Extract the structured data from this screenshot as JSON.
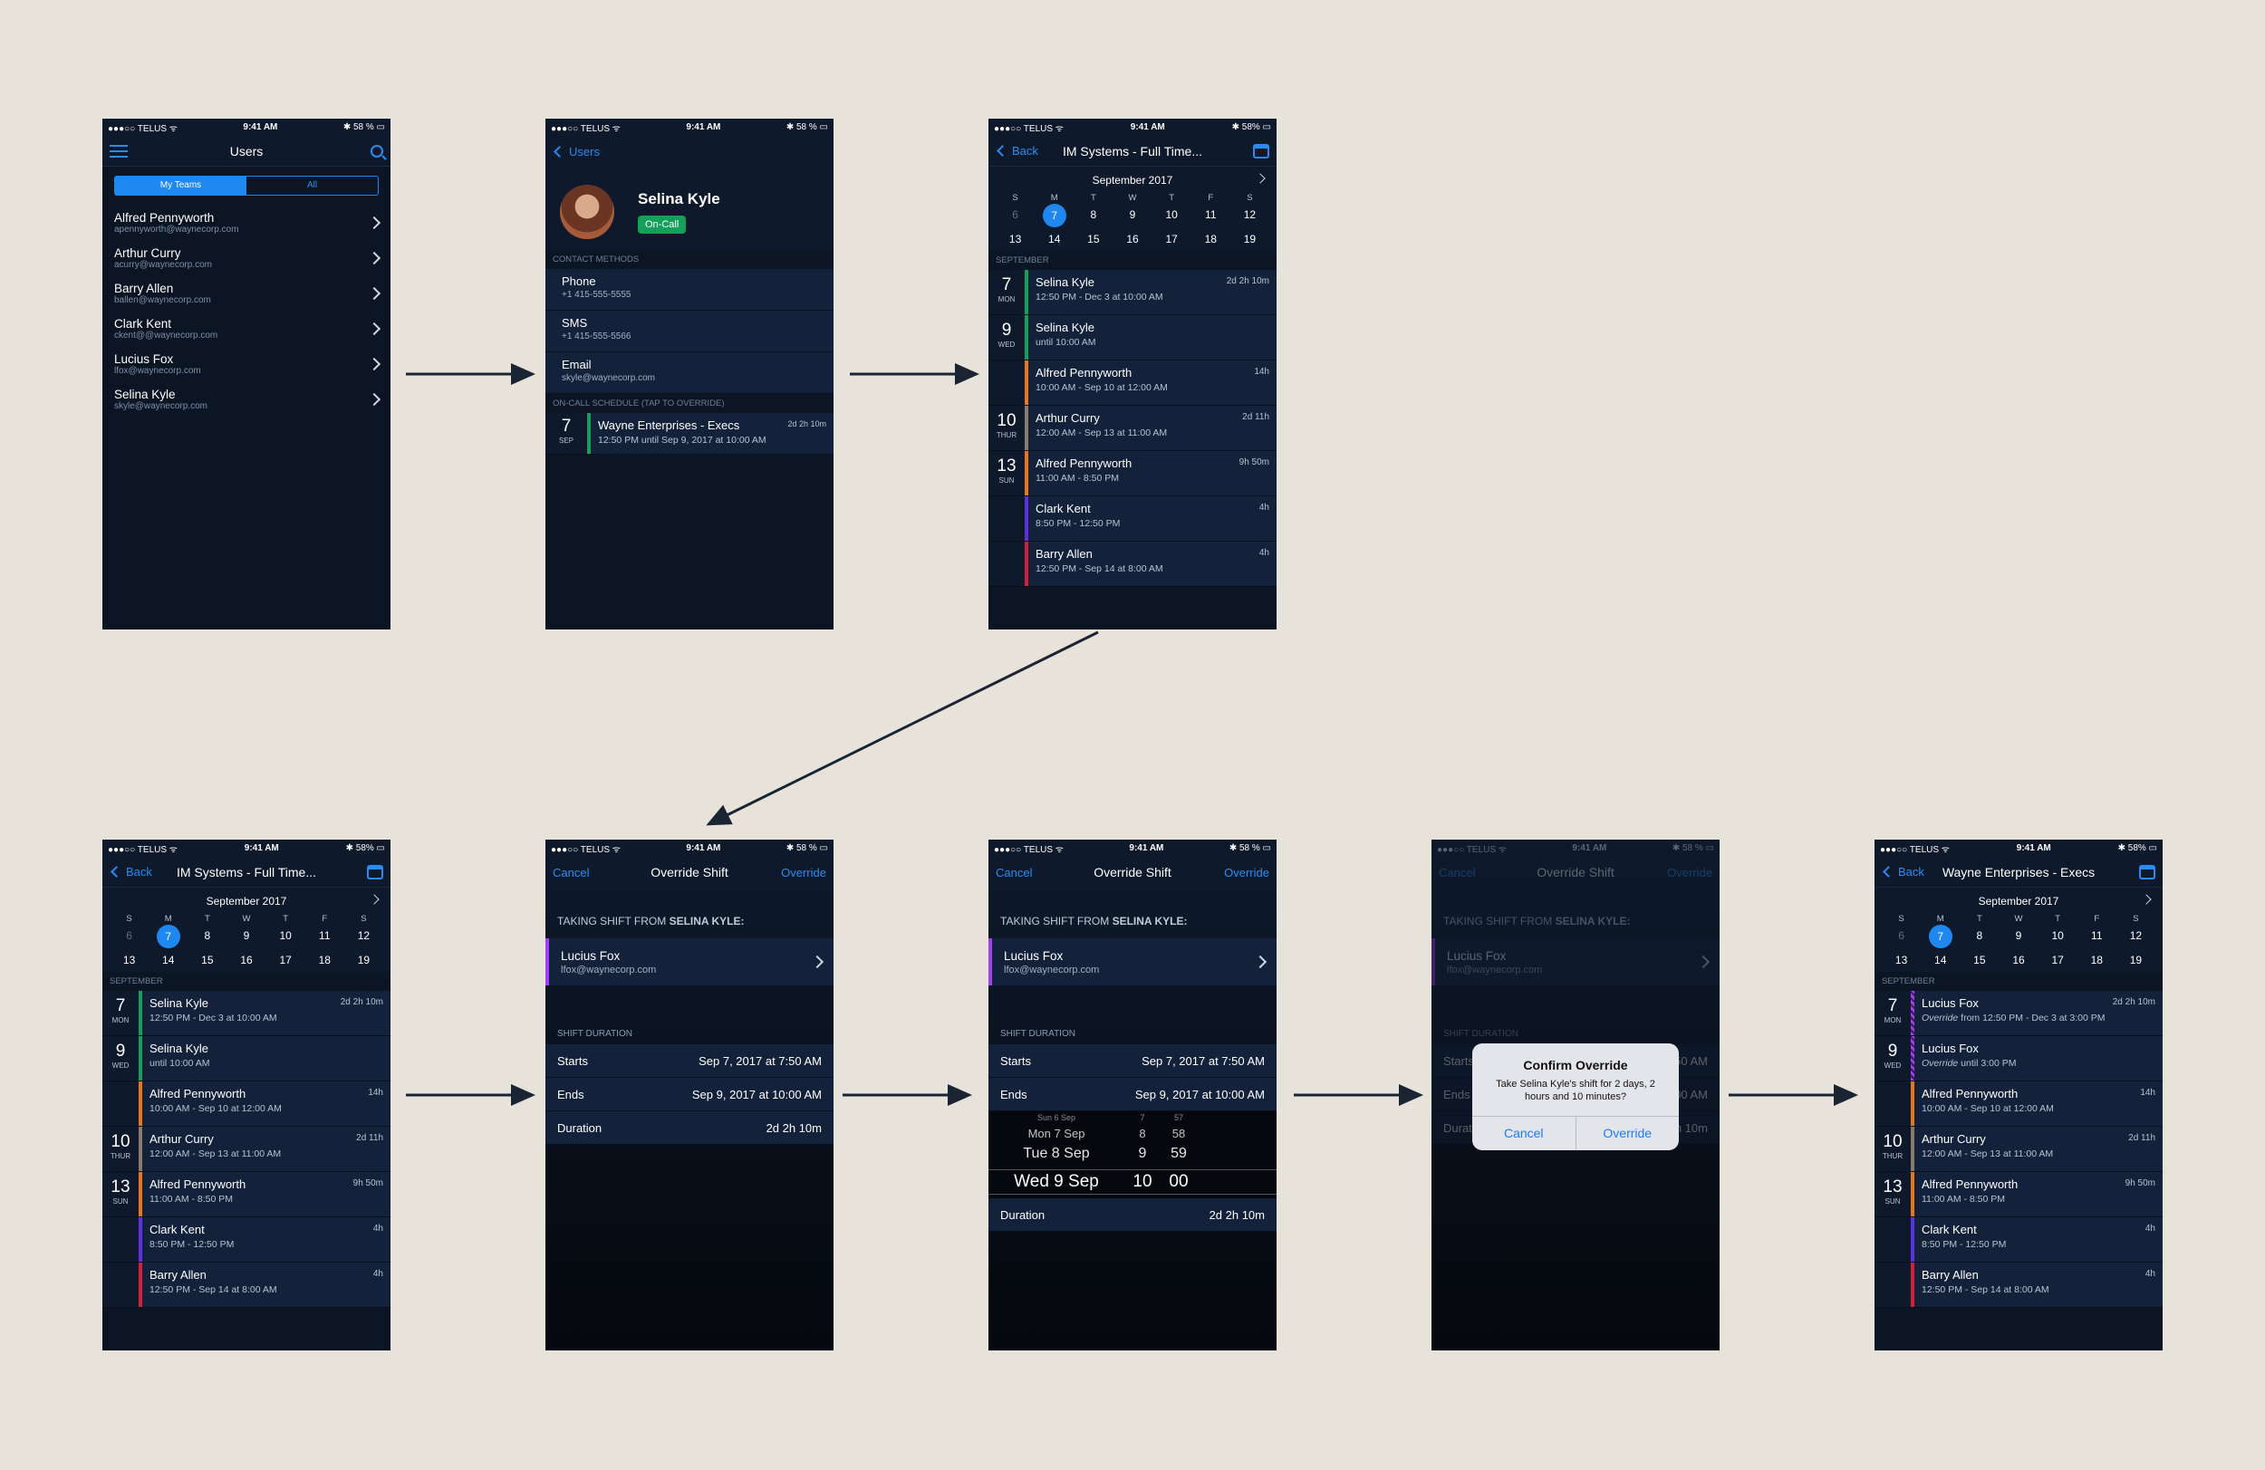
{
  "status": {
    "carrier": "●●●○○ TELUS ᯤ",
    "time": "9:41 AM",
    "battery": "✱ 58 % ▭",
    "battery2": "✱ 58% ▭"
  },
  "screen1": {
    "title": "Users",
    "tabs": [
      "My Teams",
      "All"
    ],
    "users": [
      {
        "name": "Alfred Pennyworth",
        "email": "apennyworth@waynecorp.com"
      },
      {
        "name": "Arthur Curry",
        "email": "acurry@waynecorp.com"
      },
      {
        "name": "Barry Allen",
        "email": "ballen@waynecorp.com"
      },
      {
        "name": "Clark Kent",
        "email": "ckent@@waynecorp.com"
      },
      {
        "name": "Lucius Fox",
        "email": "lfox@waynecorp.com"
      },
      {
        "name": "Selina Kyle",
        "email": "skyle@waynecorp.com"
      }
    ]
  },
  "screen2": {
    "back": "Users",
    "name": "Selina Kyle",
    "badge": "On-Call",
    "contact_header": "CONTACT METHODS",
    "contacts": [
      {
        "label": "Phone",
        "value": "+1 415-555-5555"
      },
      {
        "label": "SMS",
        "value": "+1 415-555-5566"
      },
      {
        "label": "Email",
        "value": "skyle@waynecorp.com"
      }
    ],
    "schedule_header": "ON-CALL SCHEDULE (TAP TO OVERRIDE)",
    "shift": {
      "day": "7",
      "month": "SEP",
      "name": "Wayne Enterprises - Execs",
      "duration": "2d 2h 10m",
      "time": "12:50 PM until Sep 9, 2017 at 10:00 AM"
    }
  },
  "calendar": {
    "month": "September 2017",
    "daynames": [
      "S",
      "M",
      "T",
      "W",
      "T",
      "F",
      "S"
    ],
    "week1": [
      "6",
      "7",
      "8",
      "9",
      "10",
      "11",
      "12"
    ],
    "week2": [
      "13",
      "14",
      "15",
      "16",
      "17",
      "18",
      "19"
    ],
    "section": "SEPTEMBER"
  },
  "screen3": {
    "back": "Back",
    "title": "IM Systems - Full Time...",
    "entries": [
      {
        "day": "7",
        "wd": "MON",
        "name": "Selina Kyle",
        "dur": "2d 2h 10m",
        "time": "12:50 PM - Dec 3 at 10:00 AM",
        "color": "#14a05a"
      },
      {
        "day": "9",
        "wd": "WED",
        "name": "Selina Kyle",
        "dur": "",
        "time": "until 10:00 AM",
        "color": "#14a05a"
      },
      {
        "day": "",
        "wd": "",
        "name": "Alfred Pennyworth",
        "dur": "14h",
        "time": "10:00 AM - Sep 10 at 12:00 AM",
        "color": "#e8761c"
      },
      {
        "day": "10",
        "wd": "THUR",
        "name": "Arthur Curry",
        "dur": "2d 11h",
        "time": "12:00 AM - Sep 13 at 11:00 AM",
        "color": "#8a7a6a"
      },
      {
        "day": "13",
        "wd": "SUN",
        "name": "Alfred Pennyworth",
        "dur": "9h 50m",
        "time": "11:00 AM - 8:50 PM",
        "color": "#e8761c"
      },
      {
        "day": "",
        "wd": "",
        "name": "Clark Kent",
        "dur": "4h",
        "time": "8:50 PM - 12:50 PM",
        "color": "#5a32e0"
      },
      {
        "day": "",
        "wd": "",
        "name": "Barry Allen",
        "dur": "4h",
        "time": "12:50 PM - Sep 14 at 8:00 AM",
        "color": "#d0213c"
      }
    ]
  },
  "override": {
    "cancel": "Cancel",
    "title": "Override Shift",
    "action": "Override",
    "taking_prefix": "TAKING SHIFT FROM ",
    "taking_name": "SELINA KYLE:",
    "user_name": "Lucius Fox",
    "user_email": "lfox@waynecorp.com",
    "duration_header": "SHIFT DURATION",
    "starts_label": "Starts",
    "starts_value": "Sep 7, 2017 at 7:50 AM",
    "ends_label": "Ends",
    "ends_value": "Sep 9, 2017 at 10:00 AM",
    "duration_label": "Duration",
    "duration_value": "2d 2h 10m",
    "picker": [
      {
        "date": "Sun 6 Sep",
        "h": "7",
        "m": "57"
      },
      {
        "date": "Mon 7 Sep",
        "h": "8",
        "m": "58"
      },
      {
        "date": "Tue 8 Sep",
        "h": "9",
        "m": "59"
      },
      {
        "date": "Wed 9 Sep",
        "h": "10",
        "m": "00"
      }
    ]
  },
  "confirm": {
    "title": "Confirm Override",
    "message": "Take Selina Kyle's shift for 2 days, 2 hours and 10 minutes?",
    "cancel": "Cancel",
    "ok": "Override"
  },
  "screen8": {
    "back": "Back",
    "title": "Wayne Enterprises - Execs",
    "entries": [
      {
        "day": "7",
        "wd": "MON",
        "name": "Lucius Fox",
        "dur": "2d 2h 10m",
        "italic": "Override",
        "time": " from 12:50 PM - Dec 3 at 3:00 PM",
        "color": "#a13ff0"
      },
      {
        "day": "9",
        "wd": "WED",
        "name": "Lucius Fox",
        "dur": "",
        "italic": "Override",
        "time": " until 3:00 PM",
        "color": "#a13ff0"
      },
      {
        "day": "",
        "wd": "",
        "name": "Alfred Pennyworth",
        "dur": "14h",
        "italic": "",
        "time": "10:00 AM - Sep 10 at 12:00 AM",
        "color": "#e8761c"
      },
      {
        "day": "10",
        "wd": "THUR",
        "name": "Arthur Curry",
        "dur": "2d 11h",
        "italic": "",
        "time": "12:00 AM - Sep 13 at 11:00 AM",
        "color": "#8a7a6a"
      },
      {
        "day": "13",
        "wd": "SUN",
        "name": "Alfred Pennyworth",
        "dur": "9h 50m",
        "italic": "",
        "time": "11:00 AM - 8:50 PM",
        "color": "#e8761c"
      },
      {
        "day": "",
        "wd": "",
        "name": "Clark Kent",
        "dur": "4h",
        "italic": "",
        "time": "8:50 PM - 12:50 PM",
        "color": "#5a32e0"
      },
      {
        "day": "",
        "wd": "",
        "name": "Barry Allen",
        "dur": "4h",
        "italic": "",
        "time": "12:50 PM - Sep 14 at 8:00 AM",
        "color": "#d0213c"
      }
    ]
  }
}
